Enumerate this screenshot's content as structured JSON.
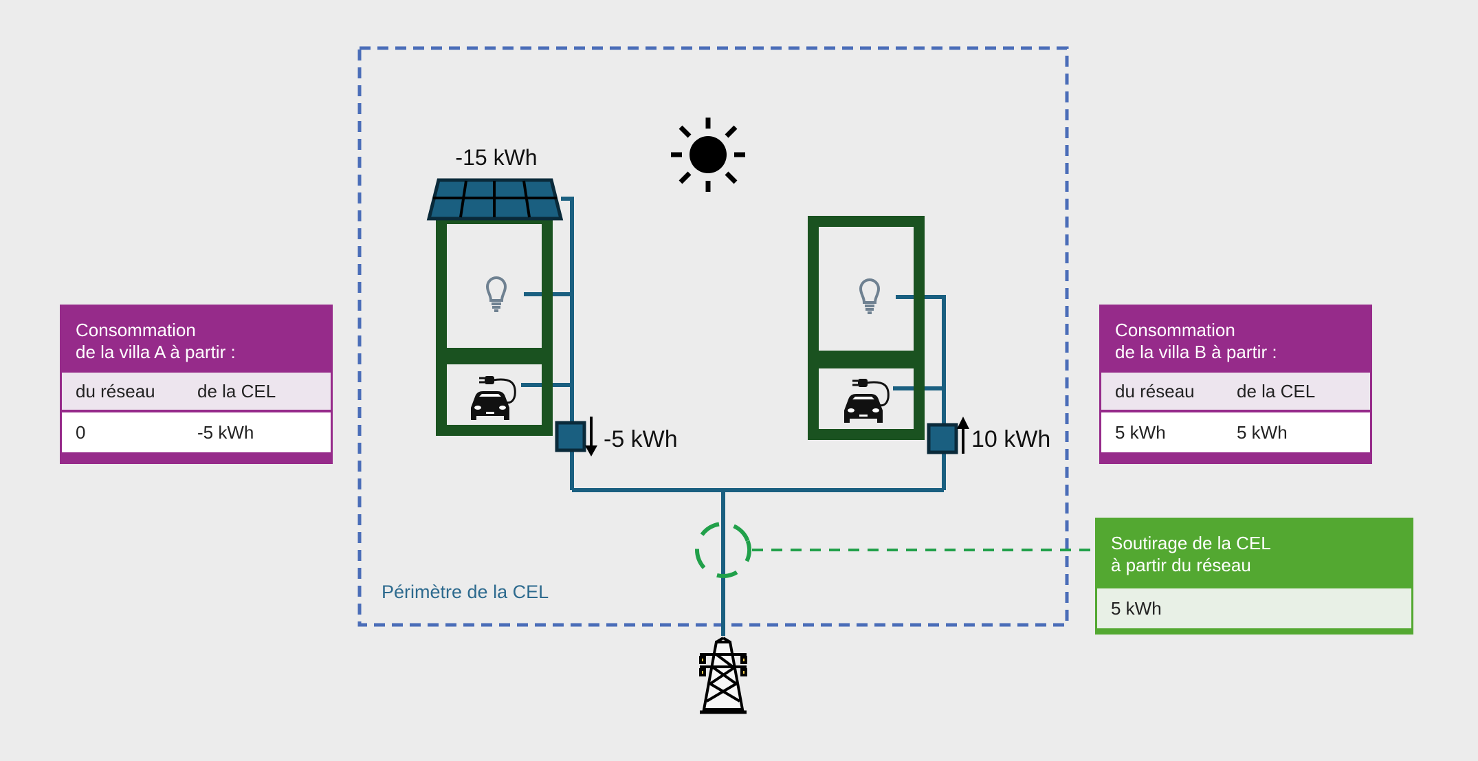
{
  "diagram": {
    "perimeter_label": "Périmètre de la CEL",
    "solar_production": "-15 kWh",
    "meter_a_flow": "-5 kWh",
    "meter_a_direction": "down",
    "meter_b_flow": "10 kWh",
    "meter_b_direction": "up",
    "icons": [
      "sun-icon",
      "solar-panel-icon",
      "lightbulb-icon",
      "ev-charging-car-icon",
      "meter-icon",
      "arrow-down-icon",
      "arrow-up-icon",
      "electricity-pylon-icon",
      "metering-point-circle"
    ]
  },
  "villa_a": {
    "title_line1": "Consommation",
    "title_line2": "de la villa A à partir :",
    "col1_label": "du réseau",
    "col2_label": "de la CEL",
    "col1_value": "0",
    "col2_value": "-5 kWh"
  },
  "villa_b": {
    "title_line1": "Consommation",
    "title_line2": "de la villa B à partir :",
    "col1_label": "du réseau",
    "col2_label": "de la CEL",
    "col1_value": "5 kWh",
    "col2_value": "5 kWh"
  },
  "soutirage": {
    "title_line1": "Soutirage de la CEL",
    "title_line2": "à partir du réseau",
    "value": "5 kWh"
  },
  "colors": {
    "background": "#ececec",
    "perimeter": "#4a6db8",
    "wire": "#1a5f80",
    "house_frame": "#1a5220",
    "purple_card": "#962b8a",
    "green_card": "#53a831",
    "metering_circle": "#21a04a"
  }
}
